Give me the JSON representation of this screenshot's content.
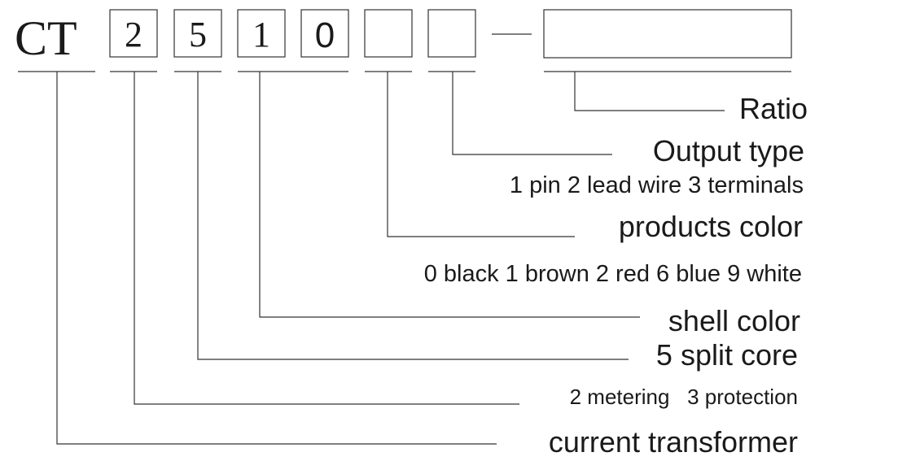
{
  "code": {
    "prefix": "CT",
    "digits": [
      "2",
      "5",
      "1",
      "0",
      "",
      ""
    ],
    "dash": "—",
    "suffix": ""
  },
  "labels": {
    "ratio": "Ratio",
    "output_type": "Output type",
    "output_type_options": "1 pin 2 lead wire 3 terminals",
    "products_color": "products color",
    "products_color_options": "0 black 1 brown 2 red 6 blue 9 white",
    "shell_color": "shell color",
    "split_core": "5 split core",
    "usage_options": "2 metering   3 protection",
    "current_transformer": "current transformer"
  }
}
